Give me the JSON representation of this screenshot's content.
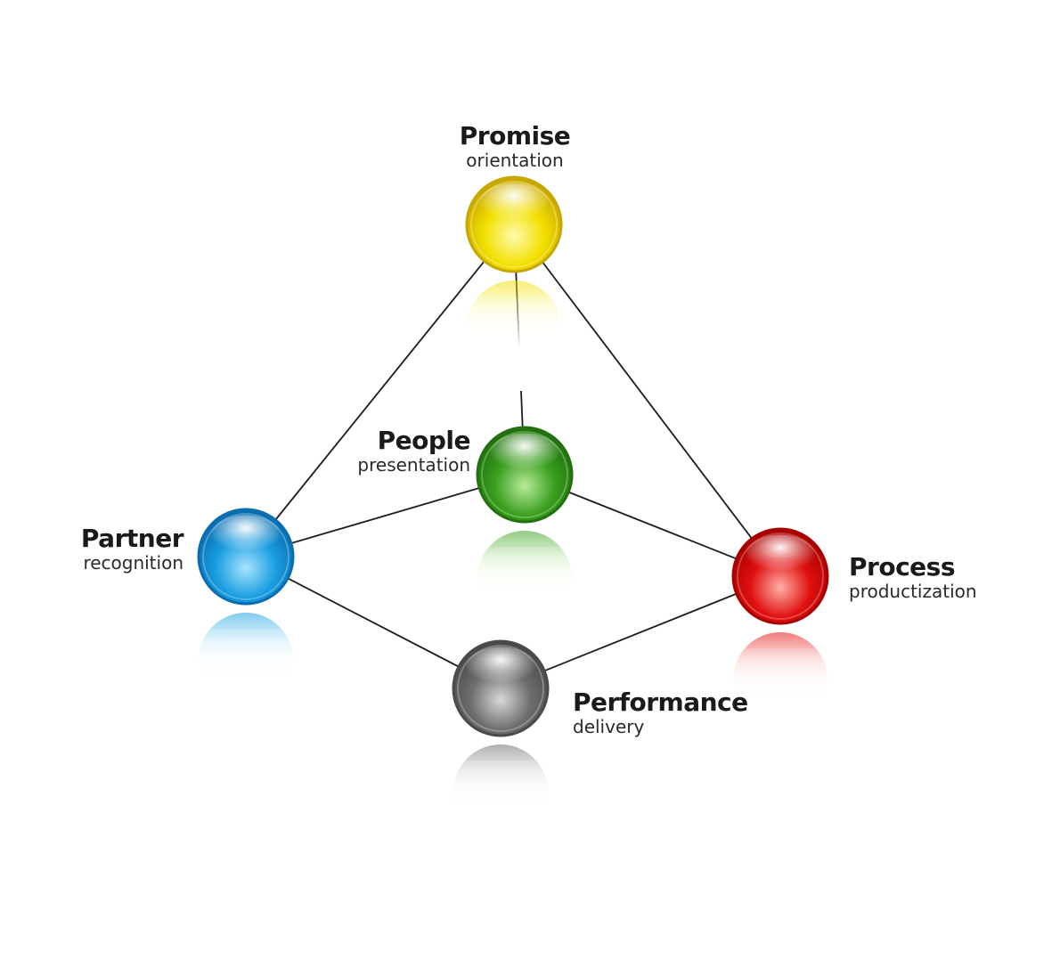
{
  "nodes": [
    {
      "id": "promise",
      "title": "Promise",
      "subtitle": "orientation",
      "color": "#f2e000",
      "dark": "#c8a800",
      "light": "#fffbb0"
    },
    {
      "id": "people",
      "title": "People",
      "subtitle": "presentation",
      "color": "#3a9e1f",
      "dark": "#22700f",
      "light": "#b8ec9a"
    },
    {
      "id": "partner",
      "title": "Partner",
      "subtitle": "recognition",
      "color": "#1a9ee0",
      "dark": "#0a6db0",
      "light": "#a8e4ff"
    },
    {
      "id": "process",
      "title": "Process",
      "subtitle": "productization",
      "color": "#e01010",
      "dark": "#a80000",
      "light": "#ffb0a8"
    },
    {
      "id": "performance",
      "title": "Performance",
      "subtitle": "delivery",
      "color": "#6e6e6e",
      "dark": "#4a4a4a",
      "light": "#d8d8d8"
    }
  ],
  "edges": [
    [
      "promise",
      "partner"
    ],
    [
      "promise",
      "people"
    ],
    [
      "promise",
      "process"
    ],
    [
      "partner",
      "people"
    ],
    [
      "people",
      "process"
    ],
    [
      "partner",
      "performance"
    ],
    [
      "performance",
      "process"
    ]
  ]
}
